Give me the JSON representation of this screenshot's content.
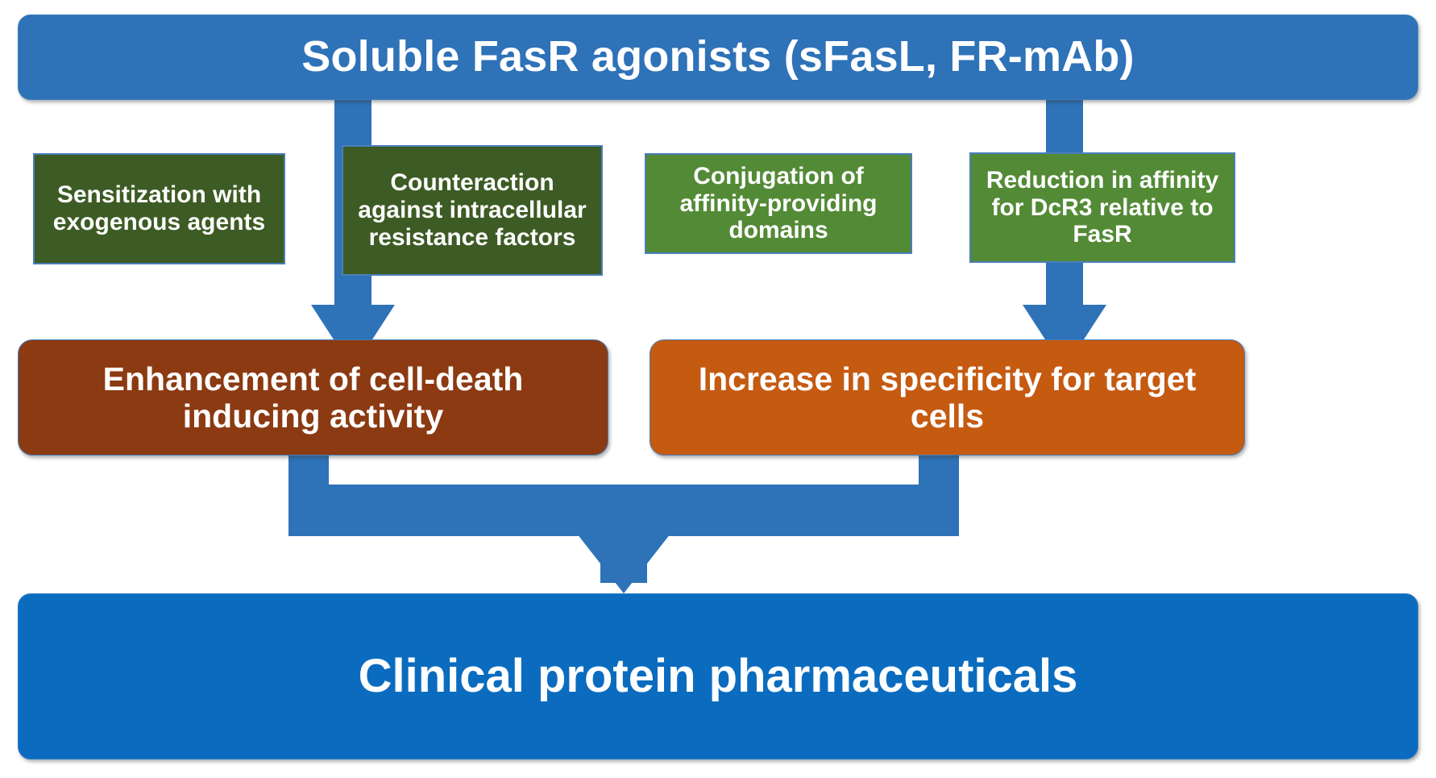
{
  "diagram": {
    "title_top": "Soluble FasR agonists (sFasL, FR-mAb)",
    "title_bottom": "Clinical protein pharmaceuticals",
    "strategies": [
      {
        "label": "Sensitization with exogenous agents",
        "color": "#3D5B24"
      },
      {
        "label": "Counteraction against intracellular resistance factors",
        "color": "#3D5B24"
      },
      {
        "label": "Conjugation of affinity-providing domains",
        "color": "#538A36"
      },
      {
        "label": "Reduction in affinity for DcR3 relative to FasR",
        "color": "#538A36"
      }
    ],
    "outcomes": [
      {
        "label": "Enhancement of cell-death inducing activity",
        "color": "#8B3A12"
      },
      {
        "label": "Increase in specificity for target cells",
        "color": "#C55A11"
      }
    ],
    "colors": {
      "top_bar": "#2E72B8",
      "bottom_bar": "#0B6CBF",
      "arrow": "#2E72B8",
      "box_border": "#4A7EBB",
      "text": "#FFFFFF"
    },
    "arrows": [
      {
        "name": "agonists-to-enhancement",
        "direction": "down"
      },
      {
        "name": "agonists-to-specificity",
        "direction": "down"
      },
      {
        "name": "outcomes-to-pharmaceuticals",
        "direction": "down"
      }
    ]
  }
}
